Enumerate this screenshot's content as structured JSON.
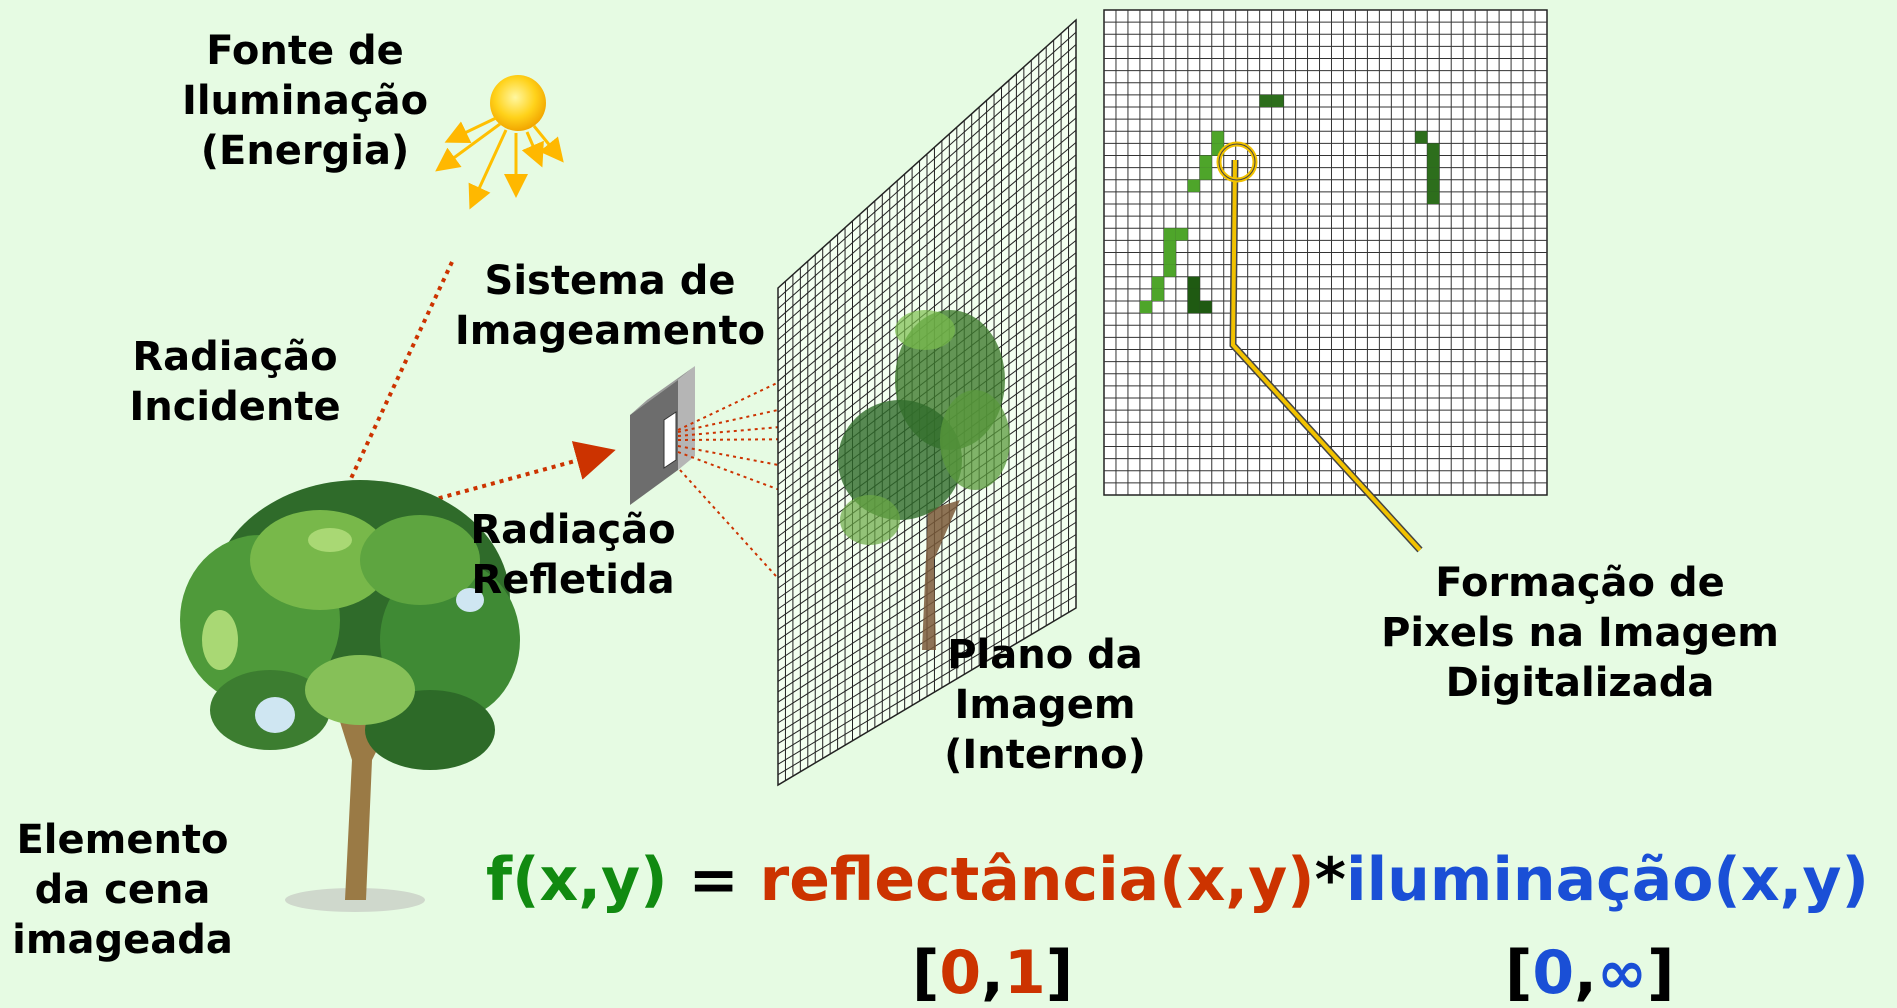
{
  "labels": {
    "fonte": [
      "Fonte de",
      "Iluminação",
      "(Energia)"
    ],
    "sistema": [
      "Sistema de",
      "Imageamento"
    ],
    "incidente": [
      "Radiação",
      "Incidente"
    ],
    "refletida": [
      "Radiação",
      "Refletida"
    ],
    "plano": [
      "Plano da",
      "Imagem",
      "(Interno)"
    ],
    "formacao": [
      "Formação de",
      "Pixels na Imagem",
      "Digitalizada"
    ],
    "elemento": [
      "Elemento",
      "da cena",
      "imageada"
    ]
  },
  "formula": {
    "f": "f(x,y)",
    "eq": " = ",
    "refl": "reflectância(x,y)",
    "star": "*",
    "ilum": "iluminação(x,y)"
  },
  "range1": {
    "open": "[",
    "a": "0",
    "sep": ",",
    "b": "1",
    "close": "]"
  },
  "range2": {
    "open": "[",
    "a": "0",
    "sep": ",",
    "b": "∞",
    "close": "]"
  },
  "colors": {
    "background": "#e6fbe3",
    "formula_f": "#118a11",
    "formula_refl": "#cc3300",
    "formula_ilum": "#1a4fd6",
    "ray": "#cc3300",
    "sun": "#ffc800",
    "pixel_line": "#f2c200"
  }
}
